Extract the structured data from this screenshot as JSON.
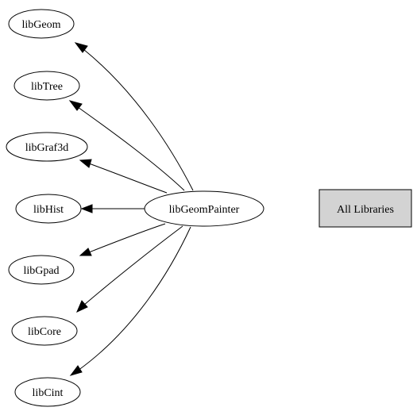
{
  "diagram": {
    "center_node": "libGeomPainter",
    "legend_label": "All Libraries",
    "dependencies": [
      "libGeom",
      "libTree",
      "libGraf3d",
      "libHist",
      "libGpad",
      "libCore",
      "libCint"
    ]
  },
  "colors": {
    "legend_fill": "#d3d3d3",
    "node_fill": "#ffffff",
    "stroke": "#000000"
  }
}
